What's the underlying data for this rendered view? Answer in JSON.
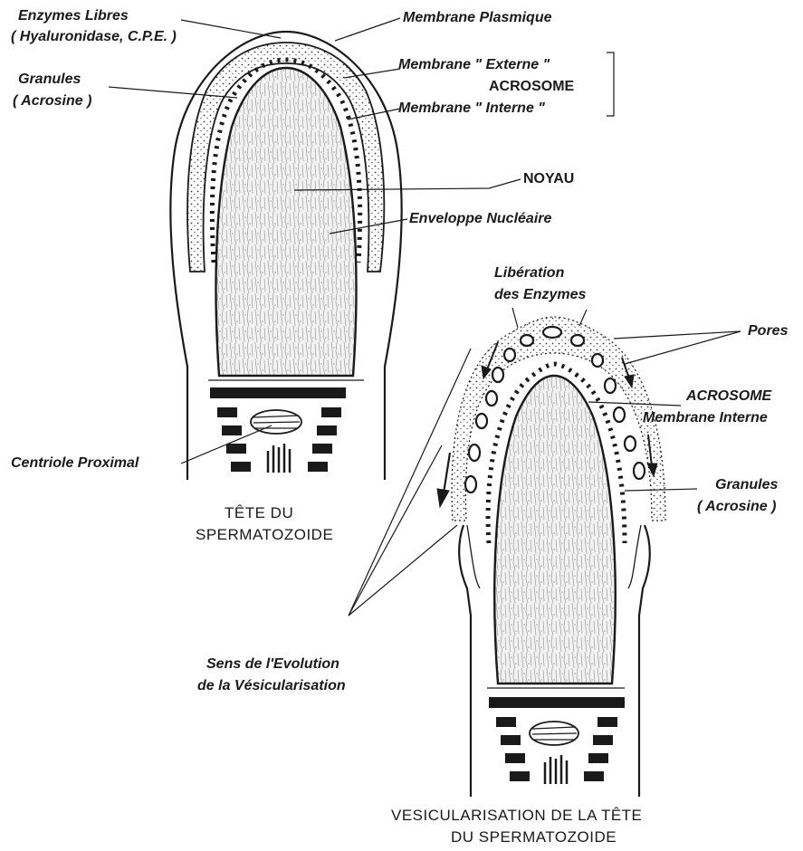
{
  "labels": {
    "enzymes_libres": "Enzymes Libres",
    "enzymes_detail": "( Hyaluronidase, C.P.E. )",
    "granules": "Granules",
    "granules_detail": "( Acrosine )",
    "membrane_plasmique": "Membrane Plasmique",
    "membrane_externe": "Membrane \" Externe \"",
    "acrosome": "ACROSOME",
    "membrane_interne": "Membrane \" Interne \"",
    "noyau": "NOYAU",
    "enveloppe": "Enveloppe Nucléaire",
    "centriole": "Centriole Proximal",
    "liberation_1": "Libération",
    "liberation_2": "des Enzymes",
    "pores": "Pores",
    "acrosome_2": "ACROSOME",
    "membrane_interne_2": "Membrane Interne",
    "granules_2": "Granules",
    "granules_detail_2": "( Acrosine )",
    "sens_1": "Sens de l'Evolution",
    "sens_2": "de la Vésicularisation"
  },
  "captions": {
    "left_1": "TÊTE DU",
    "left_2": "SPERMATOZOIDE",
    "right_1": "VESICULARISATION DE LA TÊTE",
    "right_2": "DU SPERMATOZOIDE"
  },
  "colors": {
    "ink": "#1a1a1a",
    "paper": "#ffffff"
  }
}
